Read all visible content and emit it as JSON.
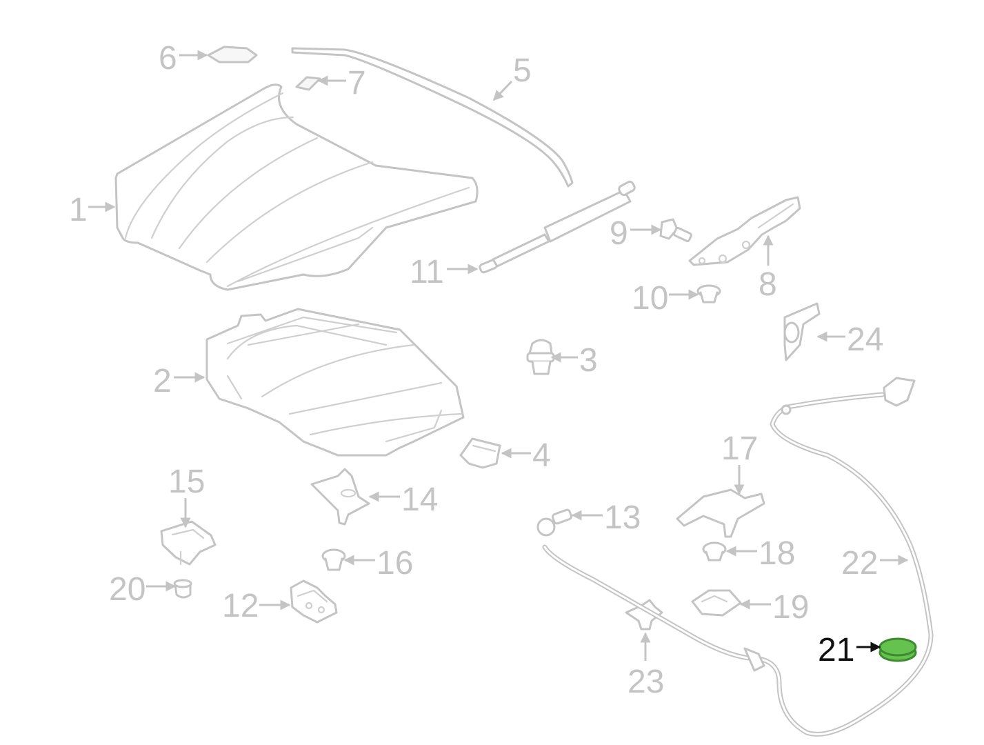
{
  "highlight_color": "#66c24f",
  "highlighted_part": "21",
  "callouts": [
    {
      "id": "p1",
      "label": "1"
    },
    {
      "id": "p2",
      "label": "2"
    },
    {
      "id": "p3",
      "label": "3"
    },
    {
      "id": "p4",
      "label": "4"
    },
    {
      "id": "p5",
      "label": "5"
    },
    {
      "id": "p6",
      "label": "6"
    },
    {
      "id": "p7",
      "label": "7"
    },
    {
      "id": "p8",
      "label": "8"
    },
    {
      "id": "p9",
      "label": "9"
    },
    {
      "id": "p10",
      "label": "10"
    },
    {
      "id": "p11",
      "label": "11"
    },
    {
      "id": "p12",
      "label": "12"
    },
    {
      "id": "p13",
      "label": "13"
    },
    {
      "id": "p14",
      "label": "14"
    },
    {
      "id": "p15",
      "label": "15"
    },
    {
      "id": "p16",
      "label": "16"
    },
    {
      "id": "p17",
      "label": "17"
    },
    {
      "id": "p18",
      "label": "18"
    },
    {
      "id": "p19",
      "label": "19"
    },
    {
      "id": "p20",
      "label": "20"
    },
    {
      "id": "p21",
      "label": "21"
    },
    {
      "id": "p22",
      "label": "22"
    },
    {
      "id": "p23",
      "label": "23"
    },
    {
      "id": "p24",
      "label": "24"
    }
  ]
}
